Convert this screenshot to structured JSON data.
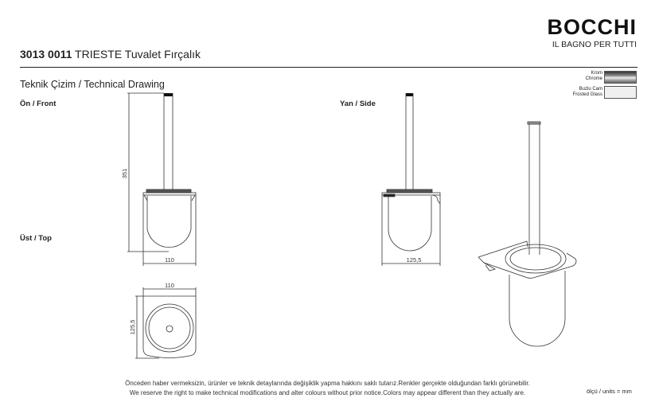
{
  "header": {
    "product_code": "3013 0011",
    "product_name": "TRIESTE Tuvalet Fırçalık",
    "brand": "BOCCHI",
    "tagline": "IL BAGNO PER TUTTI"
  },
  "finishes": [
    {
      "label_tr": "Krom",
      "label_en": "Chrome",
      "color": "#888888"
    },
    {
      "label_tr": "Buzlu Cam",
      "label_en": "Frosted Glass",
      "color": "#f0f0f0"
    }
  ],
  "section_title": "Teknik Çizim / Technical Drawing",
  "views": {
    "front": "Ön / Front",
    "top": "Üst / Top",
    "side": "Yan / Side"
  },
  "dimensions": {
    "front_height": "351",
    "front_width": "110",
    "top_width": "110",
    "top_depth": "125,5",
    "side_depth": "125,5"
  },
  "footer": {
    "disclaimer_tr": "Önceden haber vermeksizin, ürünler ve teknik detaylarında değişiklik yapma hakkını saklı tutarız.Renkler gerçekte olduğundan farklı görünebilir.",
    "disclaimer_en": "We reserve the right to make technical modifications and alter colours without prior notice.Colors may appear different than they actually are.",
    "units": "ölçü / units = mm"
  }
}
